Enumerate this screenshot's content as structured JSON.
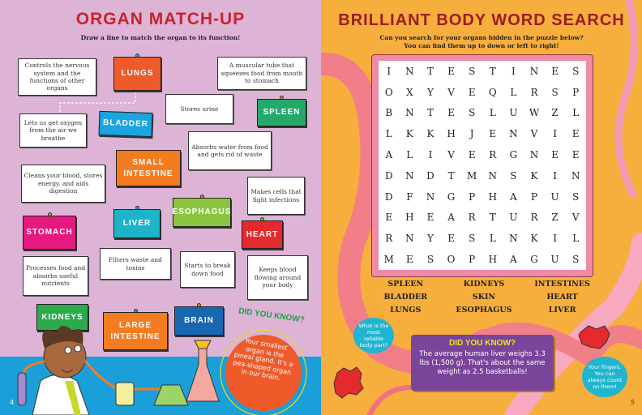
{
  "left_page": {
    "title": "Organ Match-Up",
    "subtitle": "Draw a line to match the organ to its function!",
    "functions": [
      "Controls the nervous system and the functions of other organs",
      "A muscular tube that squeezes food from mouth to stomach",
      "Stores urine",
      "Lets us get oxygen from the air we breathe",
      "Absorbs water from food and gets rid of waste",
      "Cleans your blood, stores energy, and aids digestion",
      "Makes cells that fight infections",
      "Processes food and absorbs useful nutrients",
      "Filters waste and toxins",
      "Starts to break down food",
      "Keeps blood flowing around your body"
    ],
    "organs": [
      "LUNGS",
      "SPLEEN",
      "BLADDER",
      "SMALL INTESTINE",
      "LIVER",
      "ESOPHAGUS",
      "STOMACH",
      "HEART",
      "KIDNEYS",
      "LARGE INTESTINE",
      "BRAIN"
    ],
    "did_you_know": {
      "heading": "DID YOU KNOW?",
      "text": "Your smallest organ is the pineal gland. It's a pea-shaped organ in our brain."
    },
    "page_number": "4"
  },
  "right_page": {
    "title": "Brilliant Body Word Search",
    "subtitle_1": "Can you search for your organs hidden in the puzzle below?",
    "subtitle_2": "You can find them up to down or left to right!",
    "grid": [
      "INTESTINES",
      "OXYVEQLRSP",
      "BNTESLUWZL",
      "LKKHJENVIE",
      "ALIVERGNEE",
      "DNDTMNSKIN",
      "DFNGPHAPUS",
      "EHEARTURZV",
      "RNYESLNKIL",
      "MESOPHAGUS"
    ],
    "words": [
      "SPLEEN",
      "KIDNEYS",
      "INTESTINES",
      "BLADDER",
      "SKIN",
      "HEART",
      "LUNGS",
      "ESOPHAGUS",
      "LIVER"
    ],
    "did_you_know": {
      "heading": "DID YOU KNOW?",
      "text": "The average human liver weighs 3.3 lbs (1,500 g). That's about the same weight as 2.5 basketballs!"
    },
    "bubble_question": "What is the most reliable body part?",
    "bubble_answer": "Your fingers. You can always count on them!",
    "page_number": "5"
  },
  "colors": {
    "title_red": "#c8232c",
    "left_bg": "#ddb3d6",
    "right_bg": "#f6ae3d",
    "purple": "#7a449a"
  }
}
